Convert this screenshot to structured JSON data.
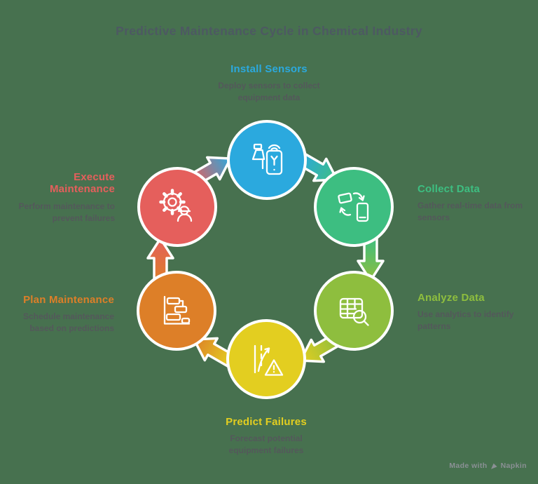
{
  "title": "Predictive Maintenance Cycle in Chemical Industry",
  "colors": {
    "background": "#47714F",
    "title": "#4D5962",
    "body": "#54585B",
    "watermark": "#8B9095",
    "icon_stroke": "#FFFFFF"
  },
  "steps": [
    {
      "label": "Install Sensors",
      "description": "Deploy sensors to collect equipment data",
      "color": "#2BA9DE",
      "icon": "sensor-wireless-icon"
    },
    {
      "label": "Collect Data",
      "description": "Gather real-time data from sensors",
      "color": "#3DBE81",
      "icon": "data-sync-icon"
    },
    {
      "label": "Analyze Data",
      "description": "Use analytics to identify patterns",
      "color": "#8EBE3E",
      "icon": "table-search-icon"
    },
    {
      "label": "Predict Failures",
      "description": "Forecast potential equipment failures",
      "color": "#E3CE20",
      "icon": "road-warning-icon"
    },
    {
      "label": "Plan Maintenance",
      "description": "Schedule maintenance based on predictions",
      "color": "#DD7F28",
      "icon": "gantt-chart-icon"
    },
    {
      "label": "Execute Maintenance",
      "description": "Perform maintenance to prevent failures",
      "color": "#E55F5C",
      "icon": "gear-worker-icon"
    }
  ],
  "flow": "circular-clockwise",
  "watermark": {
    "text": "Made with",
    "brand": "Napkin",
    "icon": "pen-nib-icon"
  }
}
